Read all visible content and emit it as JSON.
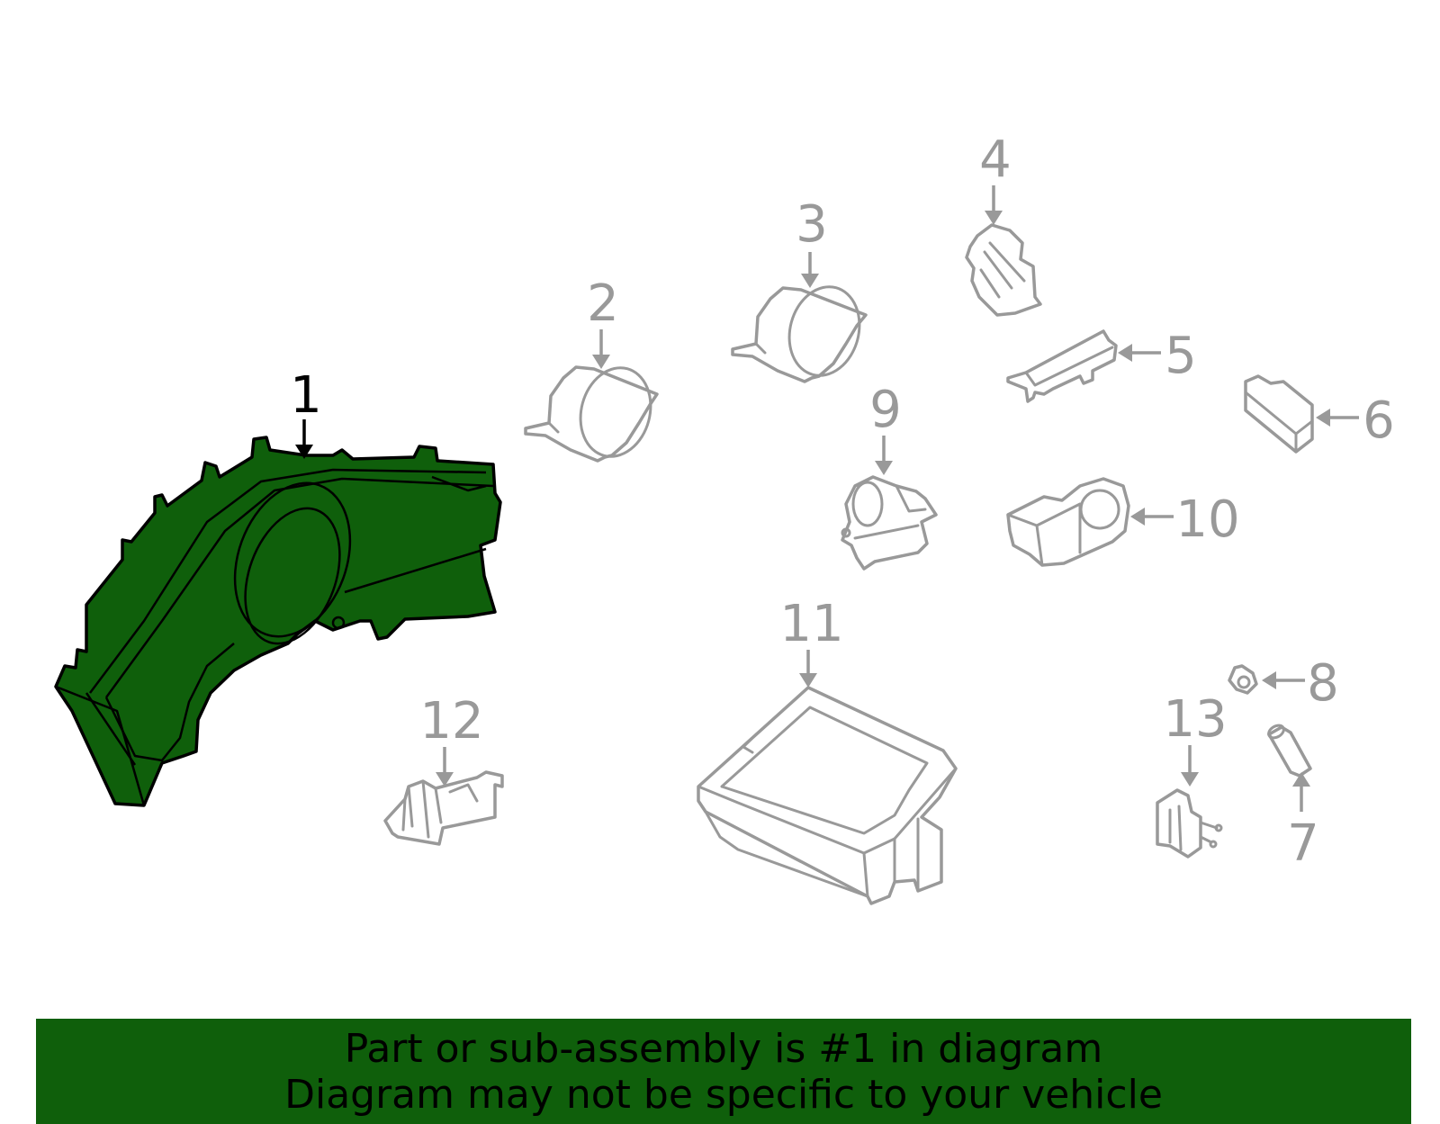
{
  "diagram": {
    "highlighted_part": "1",
    "highlight_color": "#0f5f0b",
    "callout_color": "#999999",
    "callouts": [
      "1",
      "2",
      "3",
      "4",
      "5",
      "6",
      "7",
      "8",
      "9",
      "10",
      "11",
      "12",
      "13"
    ]
  },
  "banner": {
    "line1": "Part or sub-assembly is #1 in diagram",
    "line2": "Diagram may not be specific to your vehicle",
    "background": "#0f5f0b"
  }
}
